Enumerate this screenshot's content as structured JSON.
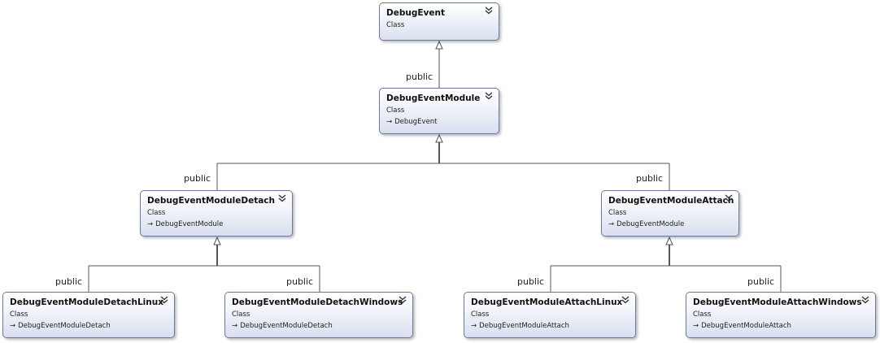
{
  "diagram": {
    "classes": [
      {
        "id": "debug_event",
        "name": "DebugEvent",
        "stereotype": "Class",
        "base": ""
      },
      {
        "id": "debug_event_module",
        "name": "DebugEventModule",
        "stereotype": "Class",
        "base": "DebugEvent"
      },
      {
        "id": "debug_event_module_detach",
        "name": "DebugEventModuleDetach",
        "stereotype": "Class",
        "base": "DebugEventModule"
      },
      {
        "id": "debug_event_module_attach",
        "name": "DebugEventModuleAttach",
        "stereotype": "Class",
        "base": "DebugEventModule"
      },
      {
        "id": "debug_event_module_detach_linux",
        "name": "DebugEventModuleDetachLinux",
        "stereotype": "Class",
        "base": "DebugEventModuleDetach"
      },
      {
        "id": "debug_event_module_detach_windows",
        "name": "DebugEventModuleDetachWindows",
        "stereotype": "Class",
        "base": "DebugEventModuleDetach"
      },
      {
        "id": "debug_event_module_attach_linux",
        "name": "DebugEventModuleAttachLinux",
        "stereotype": "Class",
        "base": "DebugEventModuleAttach"
      },
      {
        "id": "debug_event_module_attach_windows",
        "name": "DebugEventModuleAttachWindows",
        "stereotype": "Class",
        "base": "DebugEventModuleAttach"
      }
    ],
    "inheritance": [
      {
        "child": "debug_event_module",
        "parent": "debug_event",
        "label": "public"
      },
      {
        "child": "debug_event_module_detach",
        "parent": "debug_event_module",
        "label": "public"
      },
      {
        "child": "debug_event_module_attach",
        "parent": "debug_event_module",
        "label": "public"
      },
      {
        "child": "debug_event_module_detach_linux",
        "parent": "debug_event_module_detach",
        "label": "public"
      },
      {
        "child": "debug_event_module_detach_windows",
        "parent": "debug_event_module_detach",
        "label": "public"
      },
      {
        "child": "debug_event_module_attach_linux",
        "parent": "debug_event_module_attach",
        "label": "public"
      },
      {
        "child": "debug_event_module_attach_windows",
        "parent": "debug_event_module_attach",
        "label": "public"
      }
    ],
    "icons": {
      "collapse": "double-chevron-down-icon",
      "base_arrow": "right-arrow-icon"
    },
    "colors": {
      "border": "#6b7a99",
      "box_top": "#ffffff",
      "box_bottom": "#d9dff0",
      "line": "#555555"
    }
  }
}
